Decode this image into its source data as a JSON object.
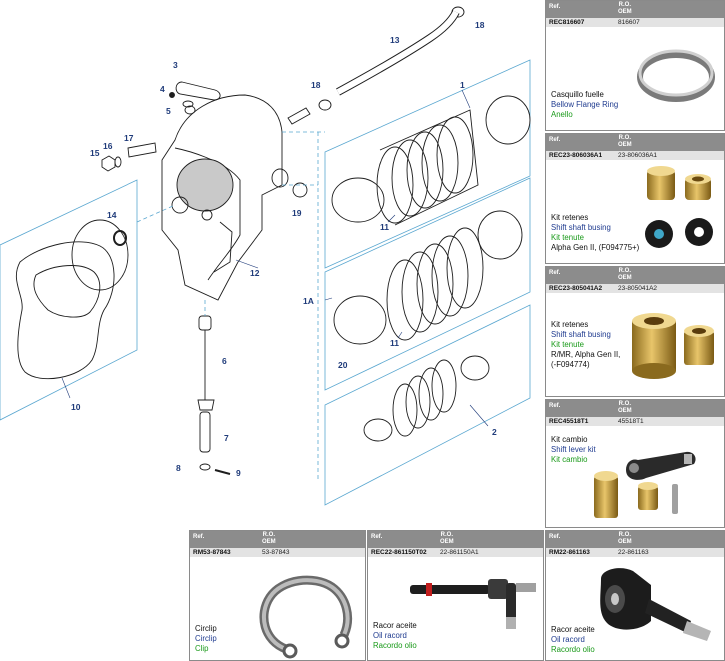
{
  "colors": {
    "header_bar": "#8c8c8c",
    "code_row": "#e3e3e3",
    "spanish": "#111111",
    "english": "#1f3b8f",
    "italian": "#1a9a1a",
    "callout": "#1f3b7a"
  },
  "diagram": {
    "callouts": [
      "1",
      "1A",
      "2",
      "3",
      "4",
      "5",
      "6",
      "7",
      "8",
      "9",
      "10",
      "11",
      "11",
      "12",
      "13",
      "14",
      "15",
      "16",
      "17",
      "18",
      "18",
      "19",
      "20"
    ]
  },
  "header": {
    "ref": "Ref.",
    "ro": "R.O.",
    "oem": "OEM"
  },
  "cards": [
    {
      "code": "REC816607",
      "oem_code": "816607",
      "lines": {
        "es": "Casquillo fuelle",
        "en": "Bellow Flange Ring",
        "it": "Anello"
      }
    },
    {
      "code": "REC23-806036A1",
      "oem_code": "23-806036A1",
      "lines": {
        "es": "Kit retenes",
        "en": "Shift shaft busing",
        "it": "Kit tenute"
      },
      "note": "Alpha Gen II, (F094775+)"
    },
    {
      "code": "REC23-805041A2",
      "oem_code": "23-805041A2",
      "lines": {
        "es": "Kit retenes",
        "en": "Shift shaft busing",
        "it": "Kit tenute"
      },
      "note": "R/MR, Alpha Gen II,",
      "note2": "(-F094774)"
    },
    {
      "code": "REC45518T1",
      "oem_code": "45518T1",
      "lines": {
        "es": "Kit cambio",
        "en": "Shift lever kit",
        "it": "Kit cambio"
      }
    },
    {
      "code": "RM53-87843",
      "oem_code": "53-87843",
      "lines": {
        "es": "Circlip",
        "en": "Circlip",
        "it": "Clip"
      }
    },
    {
      "code": "REC22-861150T02",
      "oem_code": "22-861150A1",
      "lines": {
        "es": "Racor aceite",
        "en": "Oil racord",
        "it": "Racordo olio"
      }
    },
    {
      "code": "RM22-861163",
      "oem_code": "22-861163",
      "lines": {
        "es": "Racor aceite",
        "en": "Oil racord",
        "it": "Racordo olio"
      }
    }
  ]
}
